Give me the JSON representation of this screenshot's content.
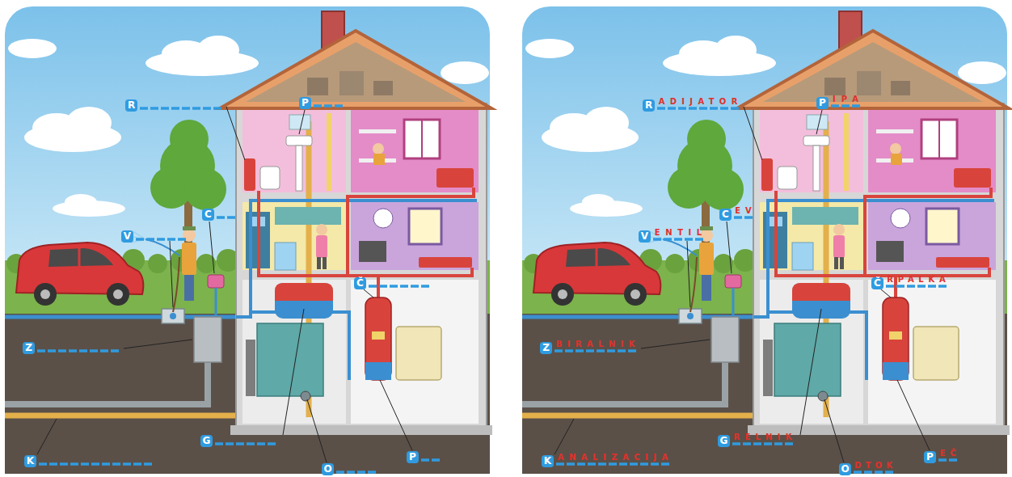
{
  "diagram": {
    "labels": [
      "R",
      "P",
      "C",
      "V",
      "Č",
      "Z",
      "G",
      "K",
      "O",
      "P",
      "R",
      "ADIJATOR",
      "P",
      "IPA",
      "C",
      "EV",
      "V",
      "ENTIL",
      "Č",
      "RPALKA",
      "Z",
      "BIRALNIK",
      "G",
      "RELNIK",
      "K",
      "ANALIZACIJA",
      "O",
      "DTOK",
      "P",
      "EČ"
    ]
  }
}
